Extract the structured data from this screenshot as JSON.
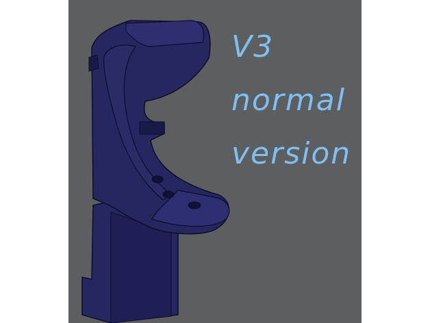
{
  "annotation": {
    "line1": "V3",
    "line2": "normal",
    "line3": "version"
  },
  "colors": {
    "viewport_background": "#5d5e60",
    "part_fill": "#262660",
    "part_edge": "#0d0d2a",
    "annotation_text": "#7ec0f3"
  },
  "subject": "3d-printed-bracket-render"
}
